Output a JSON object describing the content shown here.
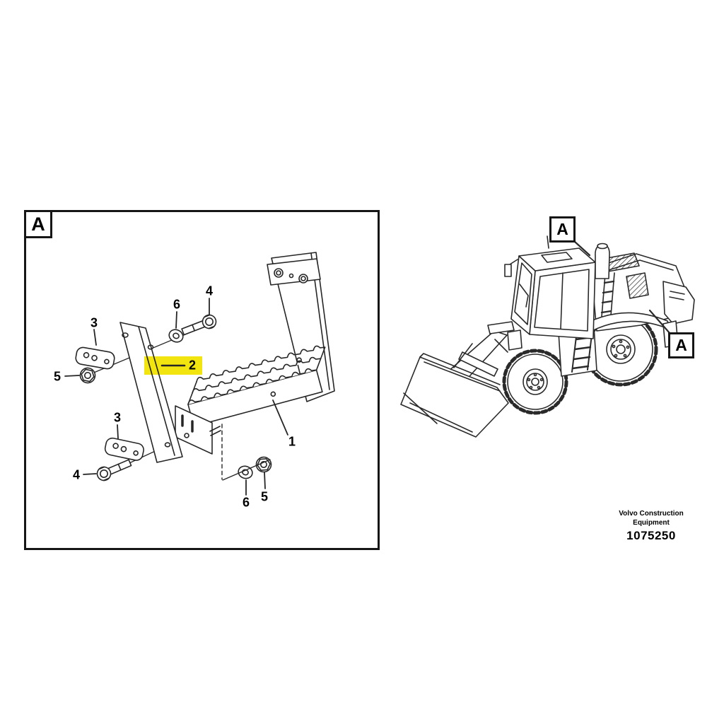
{
  "diagram": {
    "frame_label": "A",
    "highlight_color": "#f2e40e",
    "highlighted_callout": "2",
    "callouts": [
      {
        "ref": "3"
      },
      {
        "ref": "5"
      },
      {
        "ref": "6"
      },
      {
        "ref": "4"
      },
      {
        "ref": "2"
      },
      {
        "ref": "3"
      },
      {
        "ref": "4"
      },
      {
        "ref": "1"
      },
      {
        "ref": "6"
      },
      {
        "ref": "5"
      }
    ]
  },
  "machine": {
    "detail_label_top": "A",
    "detail_label_rear": "A"
  },
  "footer": {
    "company_line1": "Volvo Construction",
    "company_line2": "Equipment",
    "figure_number": "1075250"
  }
}
